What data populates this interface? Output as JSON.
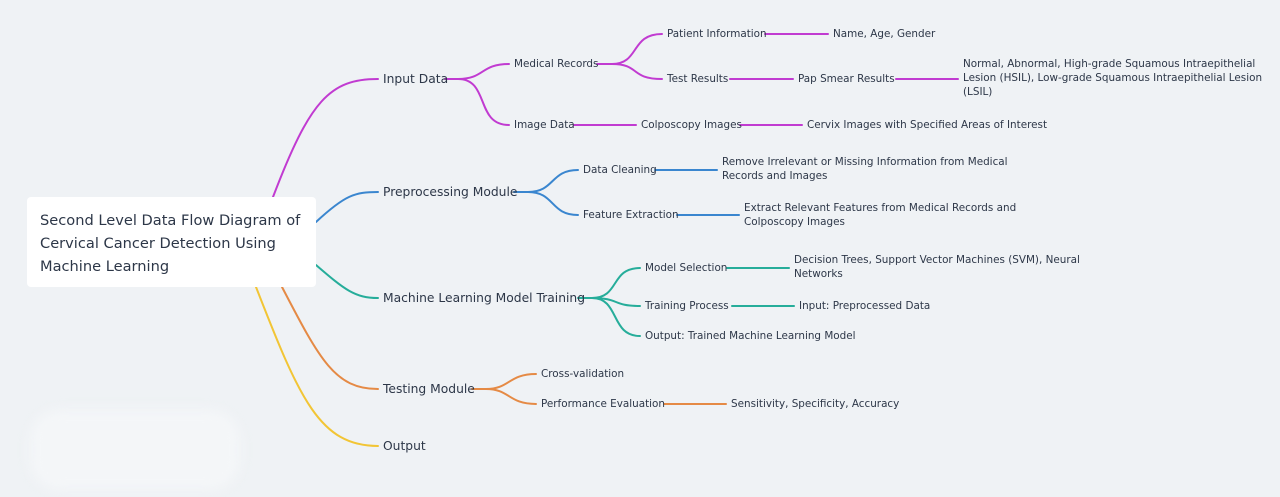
{
  "root": {
    "line1": "Second Level Data Flow Diagram of",
    "line2": "Cervical Cancer Detection Using",
    "line3": "Machine Learning"
  },
  "branches": {
    "input_data": {
      "label": "Input Data",
      "color": "#c13bd1",
      "medical_records": {
        "label": "Medical Records",
        "patient_information": {
          "label": "Patient Information",
          "detail": "Name, Age, Gender"
        },
        "test_results": {
          "label": "Test Results",
          "pap_smear_results": {
            "label": "Pap Smear Results",
            "detail_line1": "Normal, Abnormal, High-grade Squamous Intraepithelial",
            "detail_line2": "Lesion (HSIL), Low-grade Squamous Intraepithelial Lesion",
            "detail_line3": "(LSIL)"
          }
        }
      },
      "image_data": {
        "label": "Image Data",
        "colposcopy_images": {
          "label": "Colposcopy Images",
          "detail": "Cervix Images with Specified Areas of Interest"
        }
      }
    },
    "preprocessing": {
      "label": "Preprocessing Module",
      "color": "#3a86cf",
      "data_cleaning": {
        "label": "Data Cleaning",
        "detail_line1": "Remove Irrelevant or Missing Information from Medical",
        "detail_line2": "Records and Images"
      },
      "feature_extraction": {
        "label": "Feature Extraction",
        "detail_line1": "Extract Relevant Features from Medical Records and",
        "detail_line2": "Colposcopy Images"
      }
    },
    "training": {
      "label": "Machine Learning Model Training",
      "color": "#26ad9a",
      "model_selection": {
        "label": "Model Selection",
        "detail_line1": "Decision Trees, Support Vector Machines (SVM), Neural",
        "detail_line2": "Networks"
      },
      "training_process": {
        "label": "Training Process",
        "detail": "Input: Preprocessed Data"
      },
      "output": {
        "label": "Output: Trained Machine Learning Model"
      }
    },
    "testing": {
      "label": "Testing Module",
      "color": "#e58a45",
      "cross_validation": {
        "label": "Cross-validation"
      },
      "performance_evaluation": {
        "label": "Performance Evaluation",
        "detail": "Sensitivity, Specificity, Accuracy"
      }
    },
    "output": {
      "label": "Output",
      "color": "#f2c535"
    }
  }
}
